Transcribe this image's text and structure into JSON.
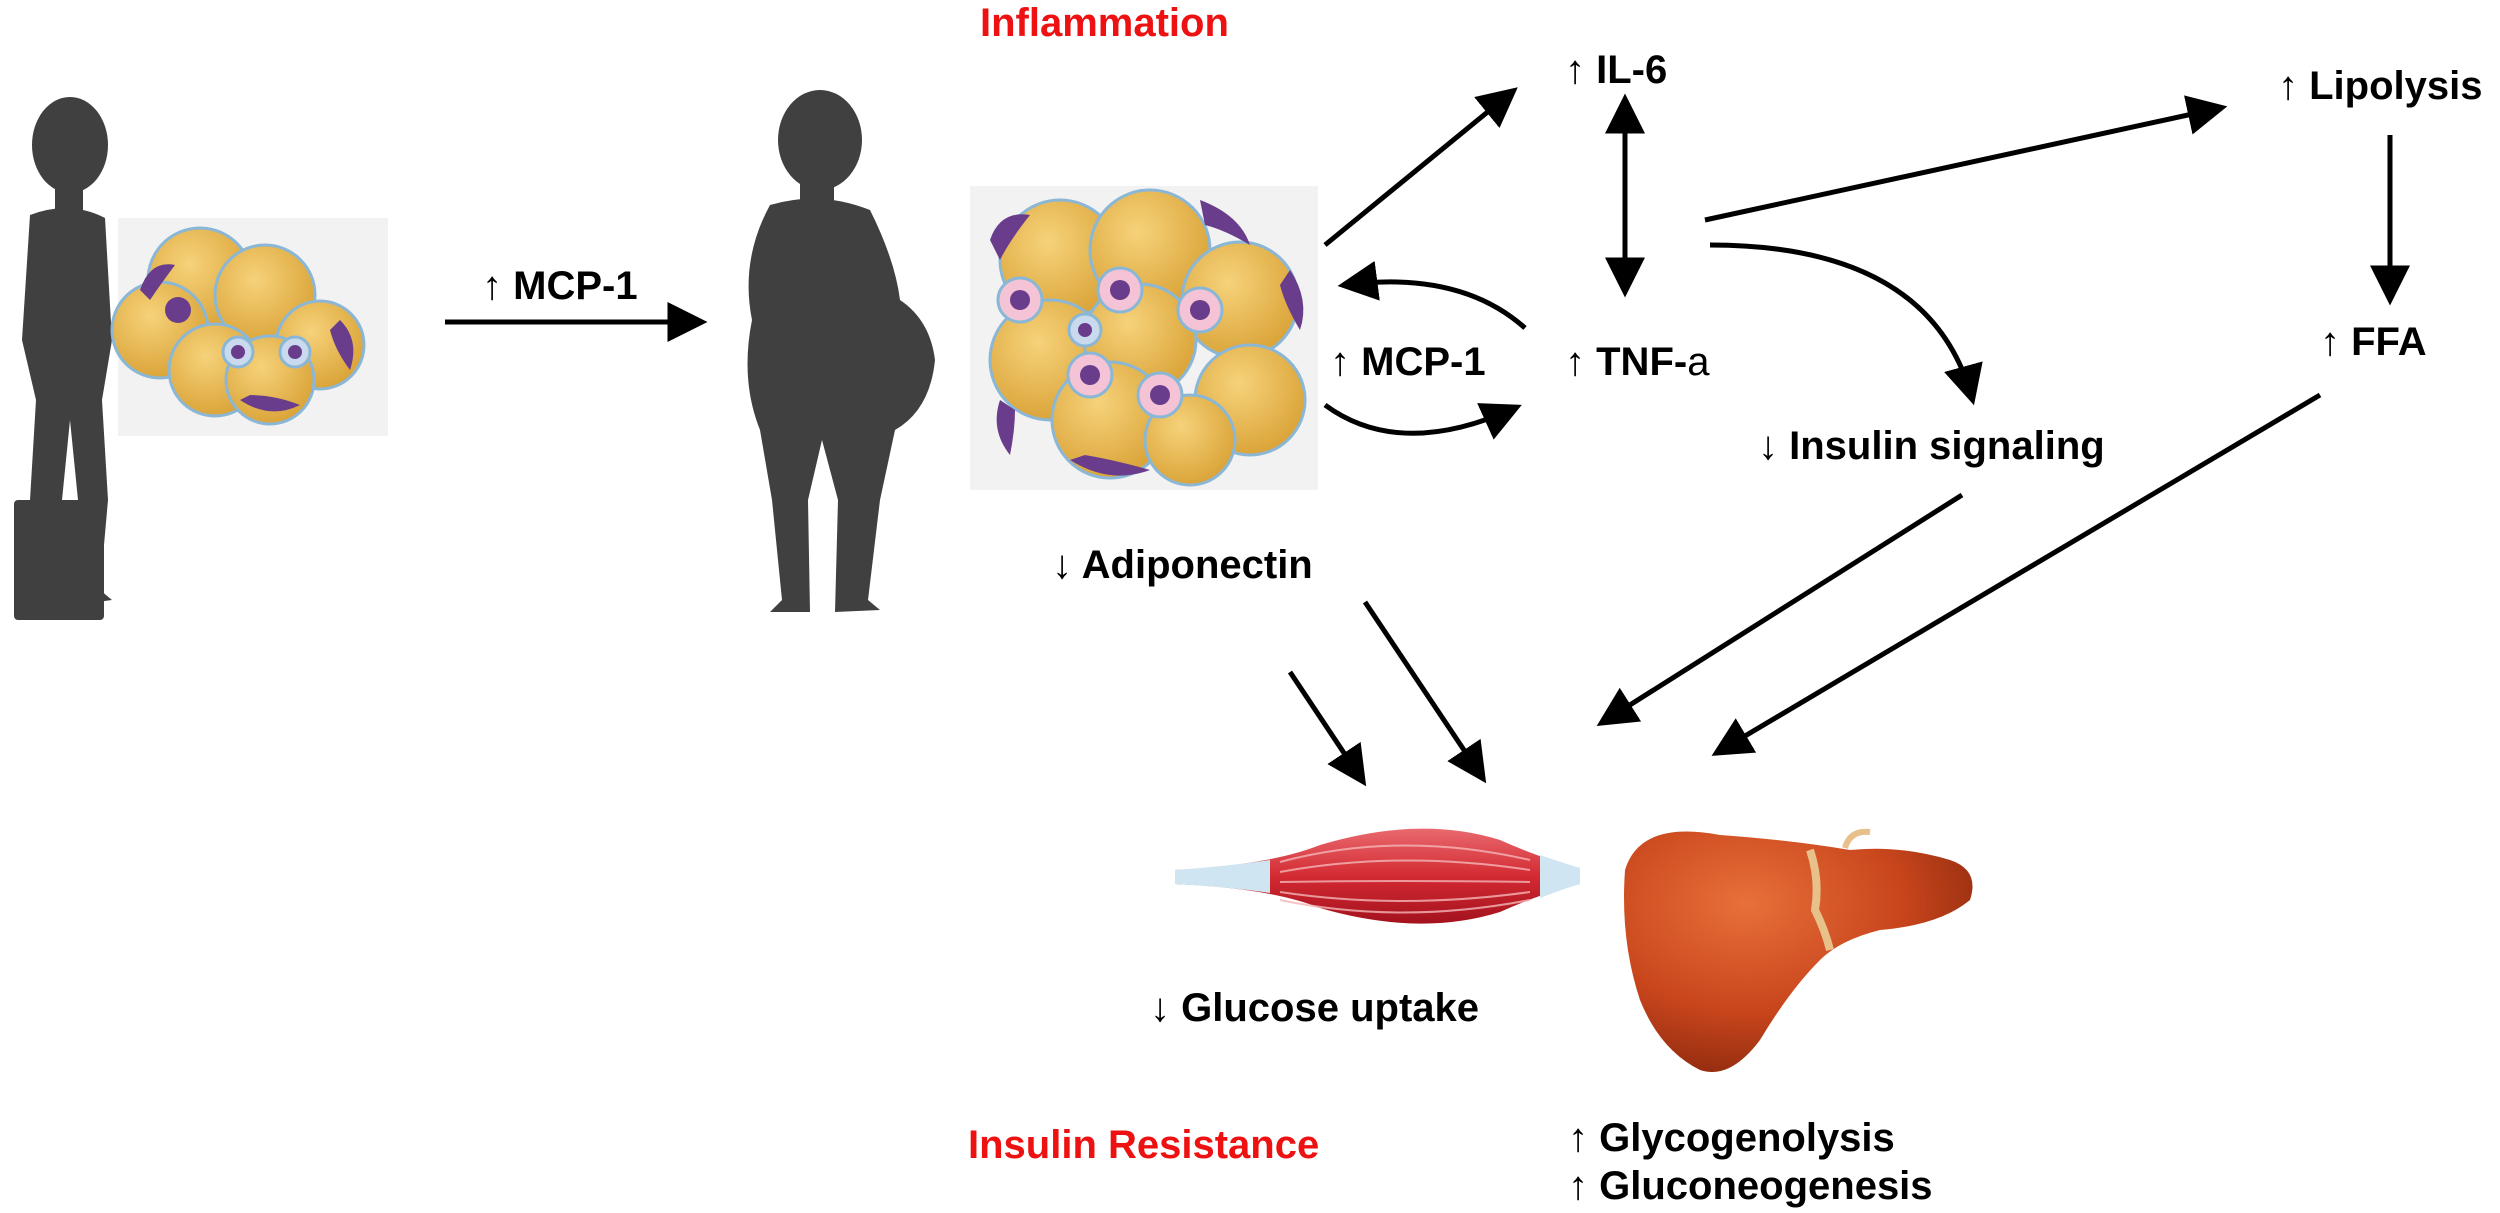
{
  "colors": {
    "accent_red": "#ee1111",
    "silhouette": "#404040",
    "fat_cell": "#e8b84a",
    "nucleus": "#6a3d8c",
    "macrophage": "#f4c4d6",
    "muscle": "#d8323a",
    "liver": "#c8451c"
  },
  "icons": [
    "lean-person-icon",
    "obese-person-icon",
    "adipose-tissue-small-icon",
    "adipose-tissue-large-icon",
    "muscle-icon",
    "liver-icon"
  ],
  "labels": {
    "inflammation": "Inflammation",
    "insulin_resistance": "Insulin Resistance",
    "mcp1_left": "MCP-1",
    "mcp1_right": "MCP-1",
    "il6": "IL-6",
    "tnf": "TNF-",
    "tnf_suffix": "a",
    "lipolysis": "Lipolysis",
    "ffa": "FFA",
    "insulin_signaling": "Insulin signaling",
    "adiponectin": "Adiponectin",
    "glucose_uptake": "Glucose uptake",
    "glycogenolysis": "Glycogenolysis",
    "gluconeogenesis": "Gluconeogenesis",
    "up": "↑",
    "down": "↓"
  }
}
